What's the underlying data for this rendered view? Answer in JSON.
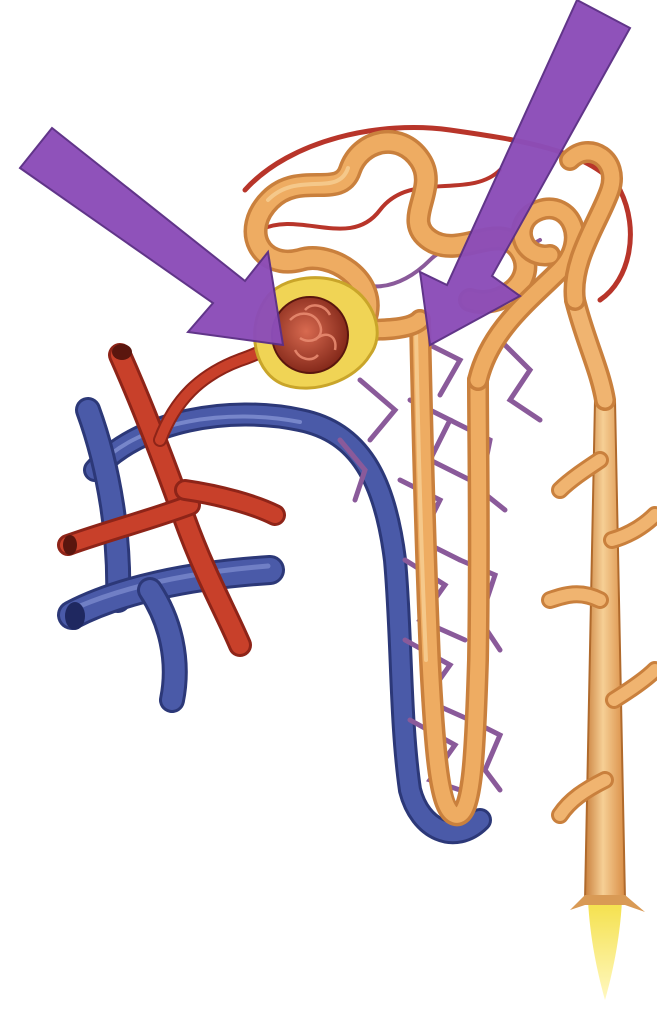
{
  "figure": {
    "subject": "nephron",
    "colors": {
      "background": "#ffffff",
      "arteriole_red": "#c8402a",
      "arteriole_dark": "#8e2418",
      "vein_blue": "#4a5aa8",
      "vein_dark": "#2c3878",
      "capillary_purple": "#8a5a9a",
      "tubule_orange": "#eeac62",
      "tubule_light": "#f6cf95",
      "tubule_shadow": "#c9803d",
      "capsule_yellow": "#f0d455",
      "glomerulus": "#a83a28",
      "arrow_fill": "#8c4db8",
      "arrow_stroke": "#5c2f86",
      "urine_yellow": "#f4e04a"
    },
    "arrows": [
      {
        "name": "glomerulus-pointer",
        "target": "glomerulus"
      },
      {
        "name": "tubule-pointer",
        "target": "proximal-convoluted-tubule"
      }
    ]
  }
}
